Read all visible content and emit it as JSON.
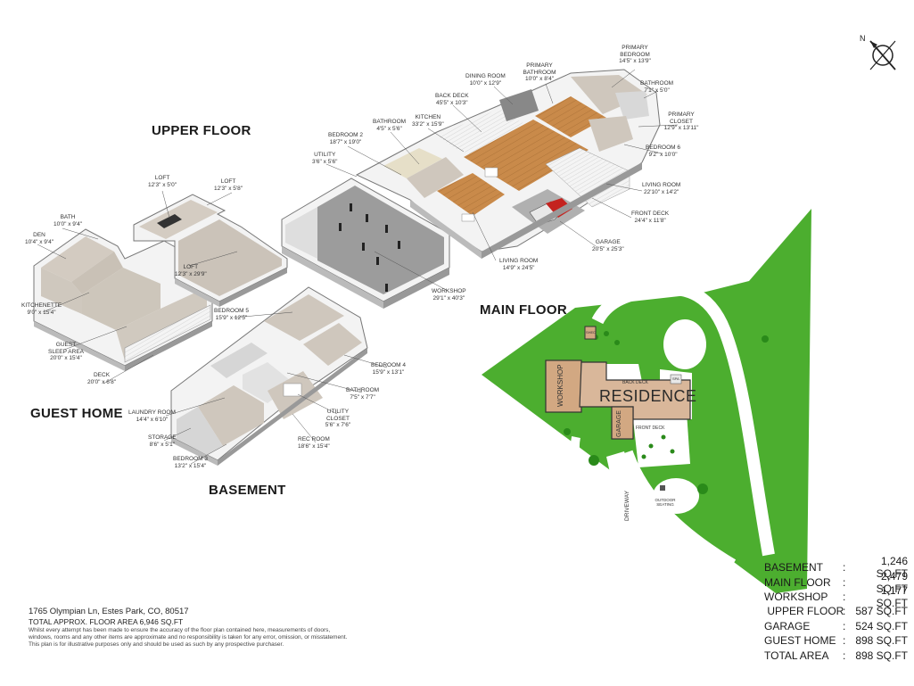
{
  "headings": {
    "upper": "UPPER FLOOR",
    "main": "MAIN FLOOR",
    "guest": "GUEST HOME",
    "basement": "BASEMENT"
  },
  "rooms": {
    "dining": {
      "name": "DINING ROOM",
      "dim": "10'0\" x 12'9\""
    },
    "primary_bath": {
      "name": "PRIMARY BATHROOM",
      "dim": "10'0\" x 8'4\""
    },
    "primary_bed": {
      "name": "PRIMARY BEDROOM",
      "dim": "14'5\" x 13'9\""
    },
    "back_deck": {
      "name": "BACK DECK",
      "dim": "45'5\" x 10'3\""
    },
    "bathroom_main": {
      "name": "BATHROOM",
      "dim": "7'1\" x 5'0\""
    },
    "kitchen": {
      "name": "KITCHEN",
      "dim": "33'2\" x 15'9\""
    },
    "bathroom_upper": {
      "name": "BATHROOM",
      "dim": "4'5\" x 5'6\""
    },
    "primary_closet": {
      "name": "PRIMARY CLOSET",
      "dim": "12'9\" x 13'11\""
    },
    "bedroom2": {
      "name": "BEDROOM 2",
      "dim": "18'7\" x 19'0\""
    },
    "bedroom6": {
      "name": "BEDROOM 6",
      "dim": "9'2\" x 10'0\""
    },
    "utility_main": {
      "name": "UTILITY",
      "dim": "3'6\" x 5'6\""
    },
    "living_main": {
      "name": "LIVING ROOM",
      "dim": "22'10\" x 14'2\""
    },
    "front_deck": {
      "name": "FRONT DECK",
      "dim": "24'4\" x 11'8\""
    },
    "garage": {
      "name": "GARAGE",
      "dim": "20'5\" x 25'3\""
    },
    "living2": {
      "name": "LIVING ROOM",
      "dim": "14'9\" x 24'5\""
    },
    "workshop": {
      "name": "WORKSHOP",
      "dim": "29'1\" x 40'3\""
    },
    "loft1": {
      "name": "LOFT",
      "dim": "12'3\" x 5'0\""
    },
    "loft2": {
      "name": "LOFT",
      "dim": "12'3\" x 5'8\""
    },
    "loft3": {
      "name": "LOFT",
      "dim": "12'3\" x 29'9\""
    },
    "bath_guest": {
      "name": "BATH",
      "dim": "10'0\" x 9'4\""
    },
    "den": {
      "name": "DEN",
      "dim": "10'4\" x 9'4\""
    },
    "kitchenette": {
      "name": "KITCHENETTE",
      "dim": "9'0\" x 15'4\""
    },
    "guest_sleep": {
      "name": "GUEST SLEEP AREA",
      "dim": "20'0\" x 15'4\""
    },
    "deck": {
      "name": "DECK",
      "dim": "20'0\" x 6'8\""
    },
    "bedroom5": {
      "name": "BEDROOM 5",
      "dim": "15'9\" x 12'5\""
    },
    "bedroom4": {
      "name": "BEDROOM 4",
      "dim": "15'9\" x 13'1\""
    },
    "bathroom_base": {
      "name": "BATHROOM",
      "dim": "7'5\" x 7'7\""
    },
    "laundry": {
      "name": "LAUNDRY ROOM",
      "dim": "14'4\" x 6'10\""
    },
    "utility_closet": {
      "name": "UTILITY CLOSET",
      "dim": "5'6\" x 7'6\""
    },
    "storage": {
      "name": "STORAGE",
      "dim": "8'6\" x 5'1\""
    },
    "rec_room": {
      "name": "REC ROOM",
      "dim": "18'6\" x 15'4\""
    },
    "bedroom3": {
      "name": "BEDROOM 3",
      "dim": "13'2\" x 15'4\""
    }
  },
  "site": {
    "residence": "RESIDENCE",
    "workshop": "WORKSHOP",
    "garage": "GARAGE",
    "back_deck": "BACK DECK",
    "front_deck": "FRONT DECK",
    "driveway": "DRIVEWAY",
    "outdoor_seating": "OUTDOOR SEATING",
    "shed": "SHED",
    "spa": "SPA"
  },
  "compass": {
    "letter": "N"
  },
  "footer": {
    "address": "1765 Olympian Ln, Estes Park, CO, 80517",
    "total": "TOTAL APPROX. FLOOR AREA 6,946 SQ.FT",
    "disclaimer1": "Whilst every attempt has been made to ensure the accuracy of the floor plan contained here, measurements of doors,",
    "disclaimer2": "windows, rooms and any other items are approximate and no responsibility is taken for any error, omission, or misstatement.",
    "disclaimer3": "This plan is for illustrative purposes only and should be used as such by any prospective purchaser."
  },
  "areas": [
    {
      "name": "BASEMENT",
      "value": "1,246 SQ.FT"
    },
    {
      "name": "MAIN FLOOR",
      "value": "2,479 SQ.FT"
    },
    {
      "name": "WORKSHOP",
      "value": "1,177 SQ.FT"
    },
    {
      "name": " UPPER FLOOR",
      "value": "587 SQ.FT"
    },
    {
      "name": "GARAGE",
      "value": "524 SQ.FT"
    },
    {
      "name": "GUEST HOME",
      "value": "898 SQ.FT"
    },
    {
      "name": "TOTAL AREA",
      "value": "898 SQ.FT"
    }
  ],
  "colors": {
    "lawn": "#4cae2f",
    "wood_floor": "#c98a4a",
    "carpet": "#cfc7bd",
    "concrete": "#9a9a9a",
    "wall": "#f2f2f2",
    "residence_roof": "#d9b79a",
    "workshop_roof": "#d2a882"
  }
}
